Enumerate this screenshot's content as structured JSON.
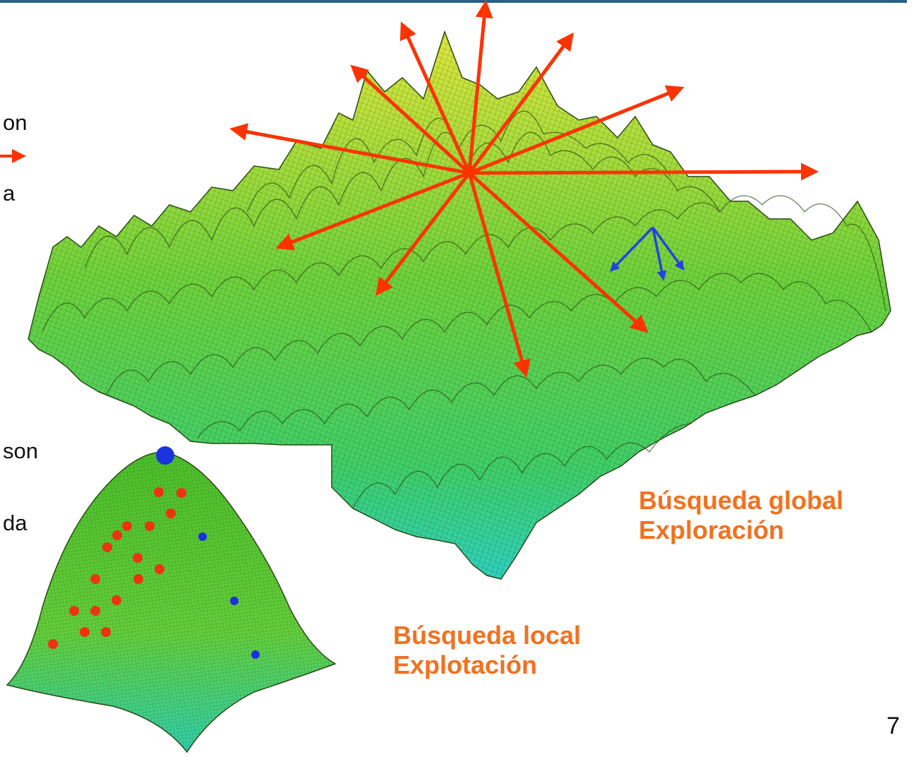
{
  "slide": {
    "fragments": [
      "on",
      "a",
      "son",
      "da"
    ],
    "global_label": {
      "line1": "Búsqueda global",
      "line2": "Exploración"
    },
    "local_label": {
      "line1": "Búsqueda local",
      "line2": "Explotación"
    },
    "page_number": "7"
  },
  "colors": {
    "topline": "#2a5f86",
    "arrow_global": "#ff3300",
    "arrow_local": "#2244dd",
    "label": "#f2711f",
    "point_red": "#ee3311",
    "point_blue": "#1a33dd",
    "surface_peak": "#dfe63a",
    "surface_mid": "#5fcf3a",
    "surface_low": "#2fcfb8"
  },
  "icons": {
    "legend_arrow": "right-arrow",
    "global_landscape": "multimodal-surface",
    "local_landscape": "unimodal-hill"
  }
}
